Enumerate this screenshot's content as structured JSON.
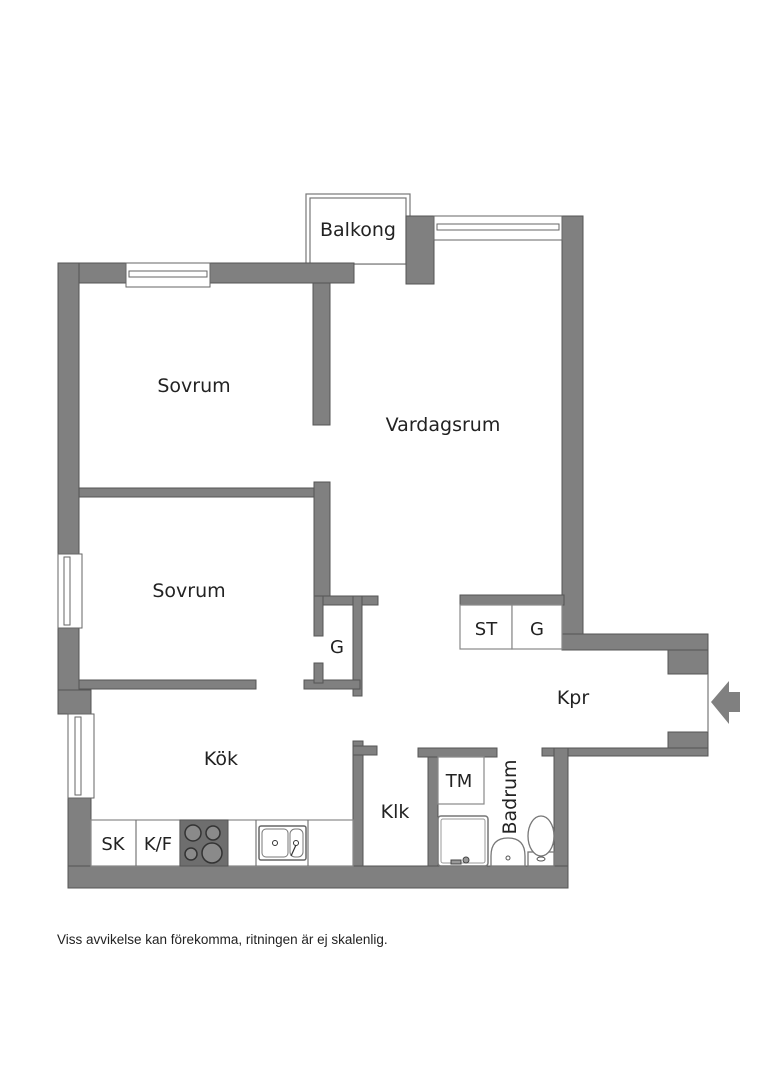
{
  "floorplan": {
    "rooms": {
      "balkong": "Balkong",
      "sovrum_top": "Sovrum",
      "vardagsrum": "Vardagsrum",
      "sovrum_mid": "Sovrum",
      "closet_g_bedroom": "G",
      "storage_st": "ST",
      "closet_g_hall": "G",
      "kpr": "Kpr",
      "kok": "Kök",
      "klk": "Klk",
      "tm": "TM",
      "badrum": "Badrum",
      "sk": "SK",
      "kf": "K/F"
    },
    "icons": {
      "entrance": "entrance-arrow-icon",
      "stove": "stove-icon",
      "sink": "sink-icon",
      "shower": "shower-icon",
      "washbasin": "washbasin-icon",
      "toilet": "toilet-icon"
    },
    "colors": {
      "wall": "#808080",
      "background": "#ffffff",
      "text": "#222222"
    }
  },
  "footer": {
    "disclaimer": "Viss avvikelse kan förekomma, ritningen är ej skalenlig."
  }
}
